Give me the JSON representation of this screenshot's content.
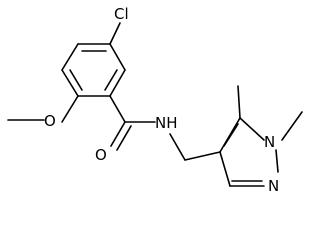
{
  "atoms": {
    "chlorine": "Cl",
    "methoxy_oxygen": "O",
    "carbonyl_oxygen": "O",
    "amide_nh": "NH",
    "pyrazole_n1": "N",
    "pyrazole_n2": "N"
  },
  "colors": {
    "ink": "#000000",
    "background": "#ffffff"
  }
}
